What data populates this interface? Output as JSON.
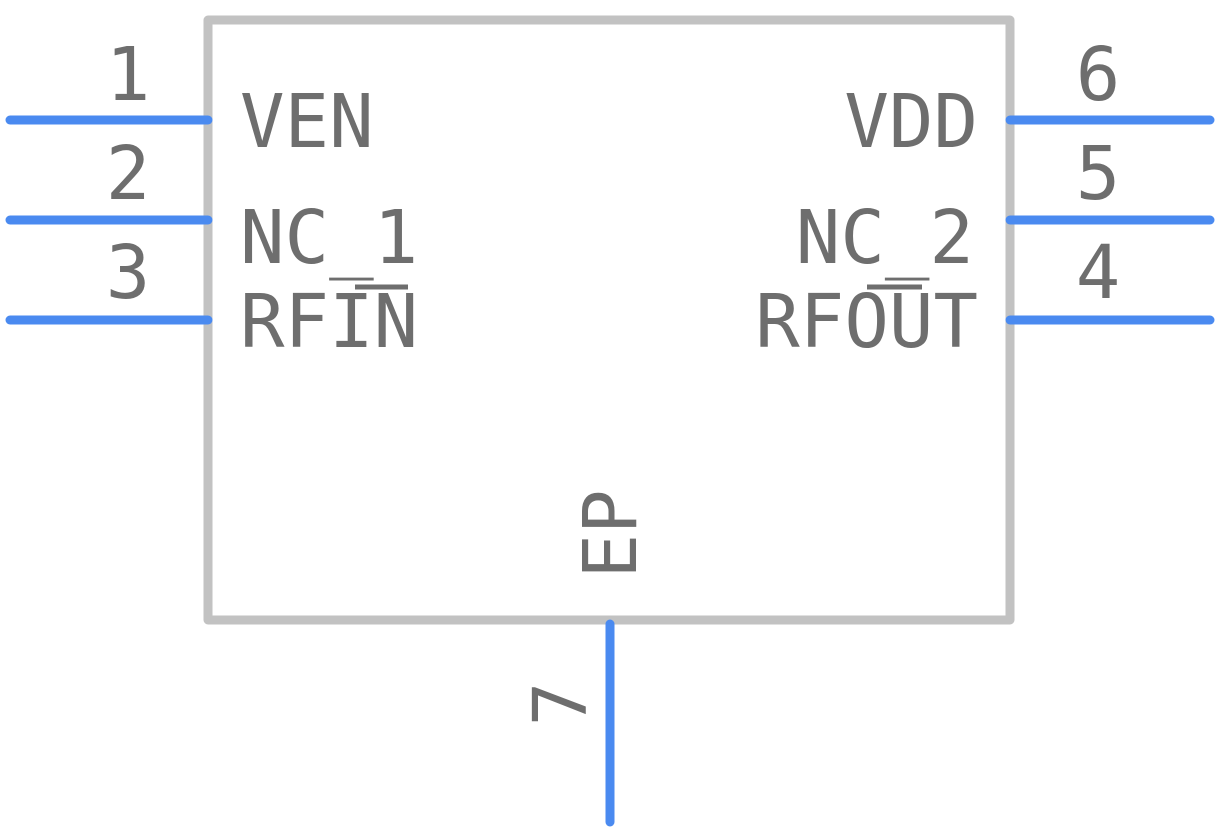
{
  "symbol": {
    "body_color": "#c2c2c2",
    "pin_color": "#4a8af0",
    "text_color": "#6e6e6e",
    "pins": [
      {
        "number": "1",
        "name": "VEN"
      },
      {
        "number": "2",
        "name": "NC_1"
      },
      {
        "number": "3",
        "name": "RFIN"
      },
      {
        "number": "4",
        "name": "RFOUT"
      },
      {
        "number": "5",
        "name": "NC_2"
      },
      {
        "number": "6",
        "name": "VDD"
      },
      {
        "number": "7",
        "name": "EP"
      }
    ]
  }
}
